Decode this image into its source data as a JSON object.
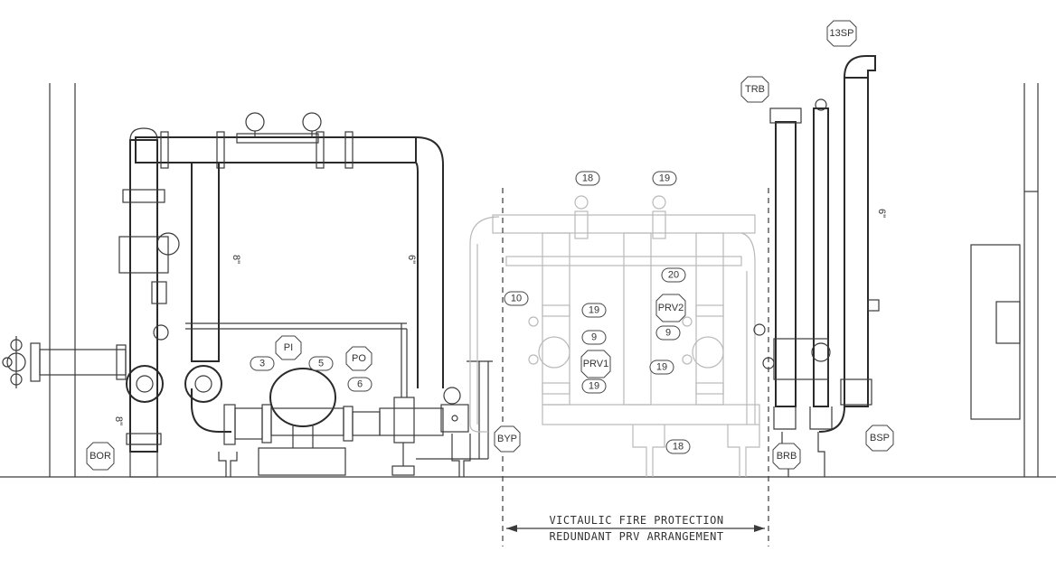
{
  "labels": {
    "bor": "BOR",
    "pi": "PI",
    "po": "PO",
    "n3": "3",
    "n5": "5",
    "n6": "6",
    "byp": "BYP",
    "n18_top": "18",
    "n19_top": "19",
    "n20": "20",
    "n10": "10",
    "n19_a": "19",
    "n9_a": "9",
    "prv1": "PRV1",
    "n19_b": "19",
    "prv2": "PRV2",
    "n9_b": "9",
    "n19_c": "19",
    "n18_bot": "18",
    "trb": "TRB",
    "brb": "BRB",
    "bsp": "BSP",
    "sp13": "13SP",
    "size_8_main": "8\"",
    "size_6_riser": "6\"",
    "size_8_left": "8\"",
    "size_6_right": "6\""
  },
  "caption": {
    "line1": "VICTAULIC FIRE PROTECTION",
    "line2": "REDUNDANT PRV ARRANGEMENT"
  }
}
